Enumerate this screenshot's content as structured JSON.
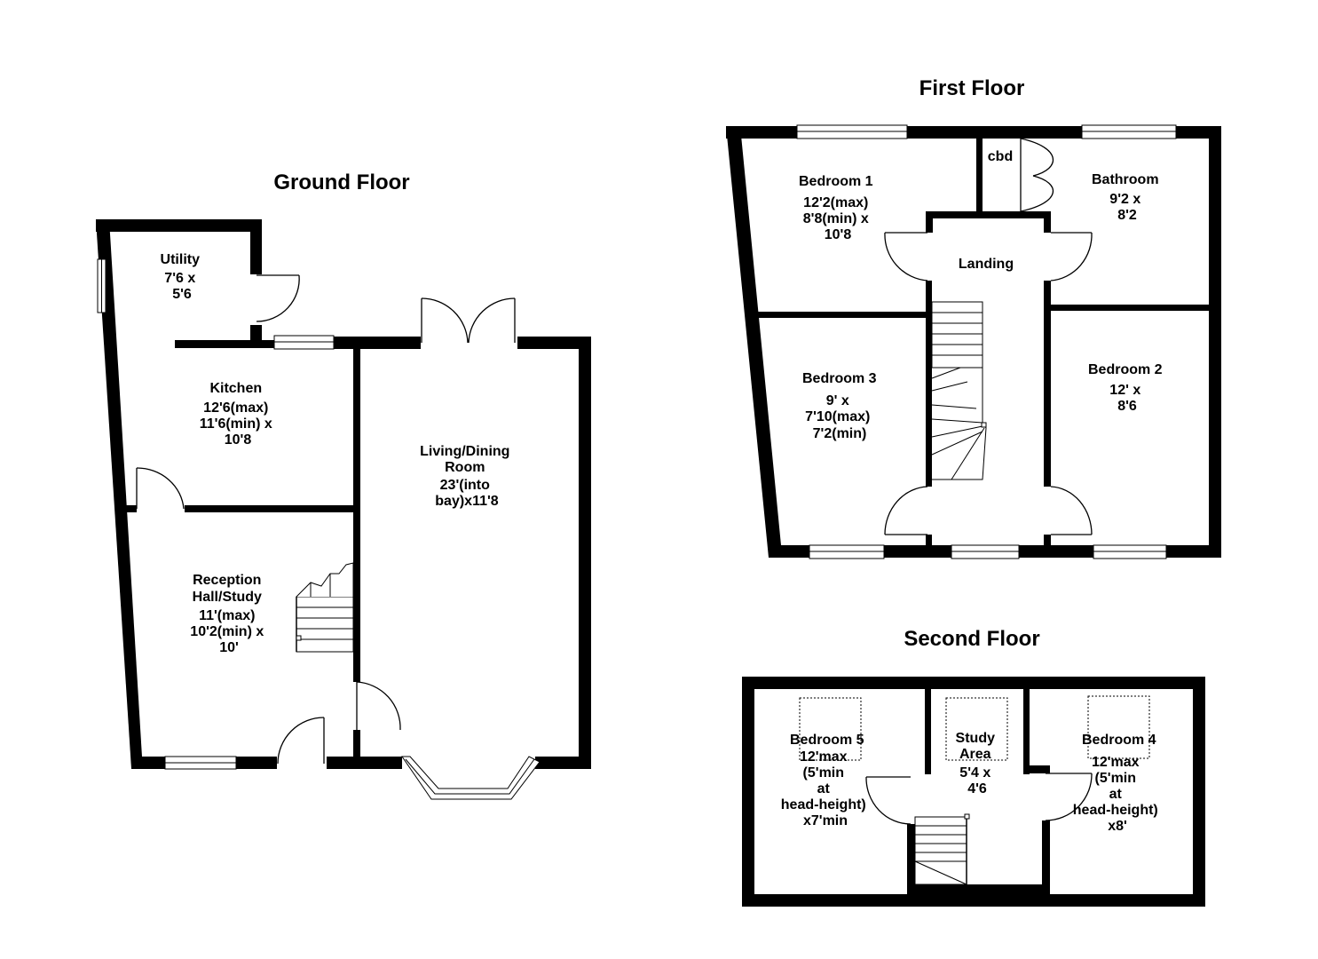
{
  "floors": {
    "ground": {
      "title": "Ground Floor",
      "rooms": {
        "utility": [
          "Utility",
          "7'6 x",
          "5'6"
        ],
        "kitchen": [
          "Kitchen",
          "12'6(max)",
          "11'6(min) x",
          "10'8"
        ],
        "living": [
          "Living/Dining",
          "Room",
          "23'(into",
          "bay)x11'8"
        ],
        "reception": [
          "Reception",
          "Hall/Study",
          "11'(max)",
          "10'2(min) x",
          "10'"
        ]
      }
    },
    "first": {
      "title": "First Floor",
      "rooms": {
        "bedroom1": [
          "Bedroom 1",
          "12'2(max)",
          "8'8(min) x",
          "10'8"
        ],
        "cbd": [
          "cbd"
        ],
        "bathroom": [
          "Bathroom",
          "9'2 x",
          "8'2"
        ],
        "landing": [
          "Landing"
        ],
        "bedroom3": [
          "Bedroom 3",
          "9' x",
          "7'10(max)",
          "7'2(min)"
        ],
        "bedroom2": [
          "Bedroom 2",
          "12' x",
          "8'6"
        ]
      }
    },
    "second": {
      "title": "Second Floor",
      "rooms": {
        "bedroom5": [
          "Bedroom 5",
          "12'max",
          "(5'min",
          "at",
          "head-height)",
          "x7'min"
        ],
        "study": [
          "Study",
          "Area",
          "5'4 x",
          "4'6"
        ],
        "bedroom4": [
          "Bedroom 4",
          "12'max",
          "(5'min",
          "at",
          "head-height)",
          "x8'"
        ]
      }
    }
  }
}
